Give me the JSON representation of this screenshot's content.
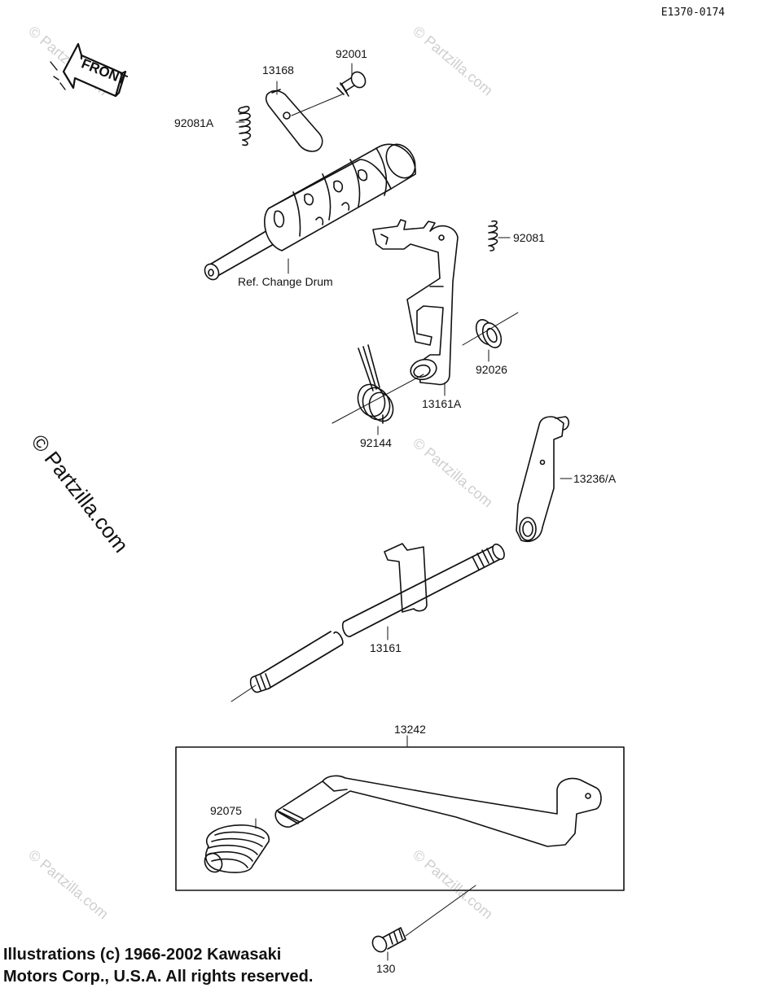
{
  "diagram": {
    "drawing_code": "E1370-0174",
    "front_label": "FRONT",
    "parts": [
      {
        "id": "p92001",
        "number": "92001"
      },
      {
        "id": "p13168",
        "number": "13168"
      },
      {
        "id": "p92081a",
        "number": "92081A"
      },
      {
        "id": "p92081",
        "number": "92081"
      },
      {
        "id": "pref",
        "number": "Ref. Change Drum"
      },
      {
        "id": "p92026",
        "number": "92026"
      },
      {
        "id": "p13161a",
        "number": "13161A"
      },
      {
        "id": "p92144",
        "number": "92144"
      },
      {
        "id": "p13236",
        "number": "13236/A"
      },
      {
        "id": "p13161",
        "number": "13161"
      },
      {
        "id": "p13242",
        "number": "13242"
      },
      {
        "id": "p92075",
        "number": "92075"
      },
      {
        "id": "p130",
        "number": "130"
      }
    ],
    "watermark": "© Partzilla.com",
    "copyright_lines": [
      "Illustrations (c) 1966-2002 Kawasaki",
      "Motors Corp., U.S.A.  All rights reserved."
    ]
  }
}
